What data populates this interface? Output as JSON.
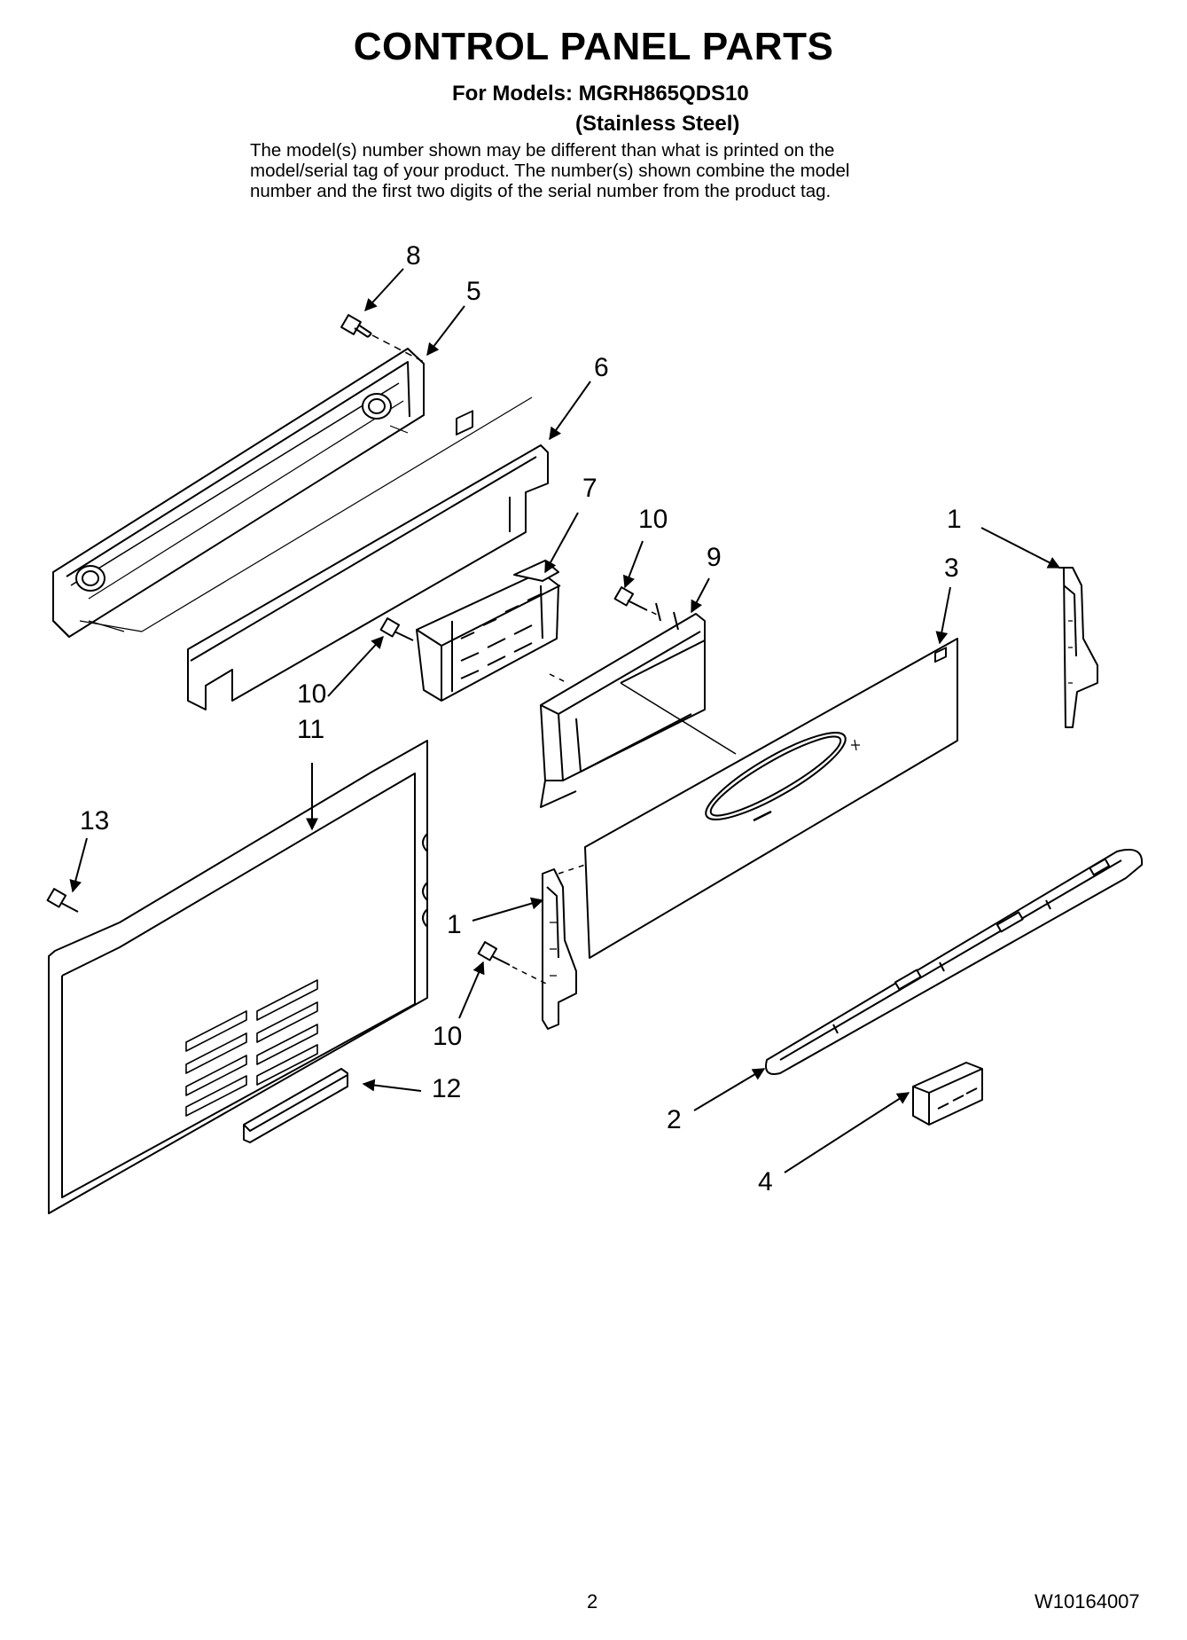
{
  "header": {
    "title": "CONTROL PANEL PARTS",
    "models_line": "For Models: MGRH865QDS10",
    "variant": "(Stainless Steel)",
    "note_lines": [
      "The model(s) number shown may be different than what is printed on the",
      "model/serial tag of your product. The number(s) shown combine the model",
      "number and the first two digits of the serial number from the product tag."
    ]
  },
  "callouts": [
    {
      "id": "8",
      "label": "8"
    },
    {
      "id": "5",
      "label": "5"
    },
    {
      "id": "6",
      "label": "6"
    },
    {
      "id": "7",
      "label": "7"
    },
    {
      "id": "10a",
      "label": "10"
    },
    {
      "id": "9",
      "label": "9"
    },
    {
      "id": "1a",
      "label": "1"
    },
    {
      "id": "3",
      "label": "3"
    },
    {
      "id": "10b",
      "label": "10"
    },
    {
      "id": "11",
      "label": "11"
    },
    {
      "id": "13",
      "label": "13"
    },
    {
      "id": "1b",
      "label": "1"
    },
    {
      "id": "10c",
      "label": "10"
    },
    {
      "id": "12",
      "label": "12"
    },
    {
      "id": "2",
      "label": "2"
    },
    {
      "id": "4",
      "label": "4"
    }
  ],
  "footer": {
    "page_number": "2",
    "doc_number": "W10164007"
  }
}
